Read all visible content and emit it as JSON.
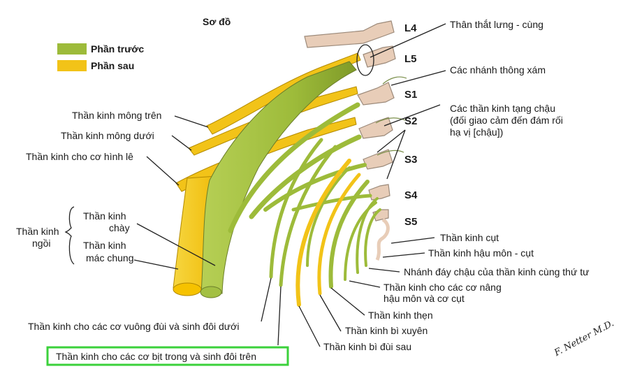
{
  "title": "Sơ đồ",
  "legend": [
    {
      "label": "Phần trước",
      "color": "#9dbb3a"
    },
    {
      "label": "Phần sau",
      "color": "#f2c318"
    }
  ],
  "segments": [
    "L4",
    "L5",
    "S1",
    "S2",
    "S3",
    "S4",
    "S5"
  ],
  "labels_left": {
    "superior_gluteal": "Thần kinh mông trên",
    "inferior_gluteal": "Thần kinh mông dưới",
    "piriformis": "Thần kinh cho cơ hình lê",
    "sciatic_line1": "Thần kinh",
    "sciatic_line2": "ngồi",
    "tibial_line1": "Thần kinh",
    "tibial_line2": "chày",
    "peroneal_line1": "Thần kinh",
    "peroneal_line2": "mác chung"
  },
  "labels_right": {
    "lumbosacral_trunk": "Thân thắt lưng - cùng",
    "gray_rami": "Các nhánh thông xám",
    "pelvic_splanchnic_1": "Các thần kinh tạng chậu",
    "pelvic_splanchnic_2": "(đối giao cảm đến đám rối",
    "pelvic_splanchnic_3": "hạ vị [chậu])",
    "coccygeal": "Thần kinh cụt",
    "anococcygeal": "Thần kinh hậu môn - cụt",
    "perineal_branch": "Nhánh đáy chậu của thần kinh cùng thứ tư",
    "levator_1": "Thần kinh cho các cơ nâng",
    "levator_2": "hậu môn và cơ cụt"
  },
  "labels_bottom": {
    "pudendal": "Thần kinh thẹn",
    "perforating_cutaneous": "Thần kinh bì xuyên",
    "posterior_femoral_cutaneous": "Thần kinh bì đùi sau",
    "quadratus_femoris": "Thần kinh cho các cơ vuông đùi và sinh đôi dưới",
    "obturator_internus": "Thần kinh cho các cơ bịt trong và sinh đôi trên"
  },
  "signature": "F. Netter M.D.",
  "colors": {
    "anterior": "#9dbb3a",
    "posterior": "#f2c318",
    "root": "#e8cdb8",
    "highlight": "#3bd13b"
  }
}
